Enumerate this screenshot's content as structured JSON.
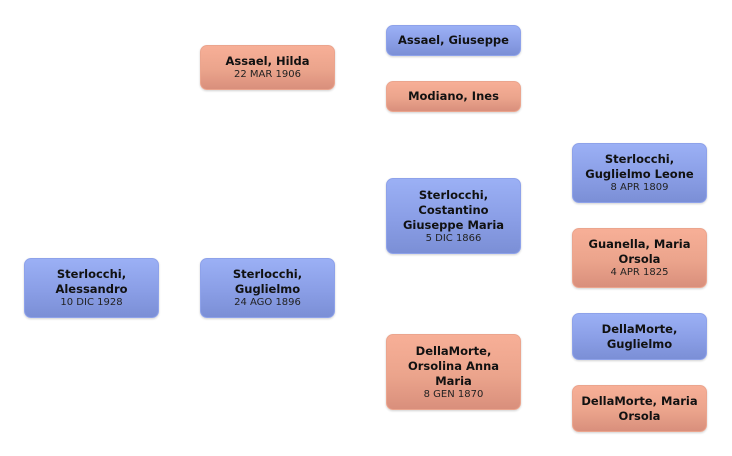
{
  "tree": {
    "people": [
      {
        "id": "alessandro",
        "name": "Sterlocchi, Alessandro",
        "date": "10 DIC 1928",
        "sex": "male",
        "generation": 0
      },
      {
        "id": "hilda",
        "name": "Assael, Hilda",
        "date": "22 MAR 1906",
        "sex": "female",
        "generation": 1
      },
      {
        "id": "guglielmo",
        "name": "Sterlocchi, Guglielmo",
        "date": "24 AGO 1896",
        "sex": "male",
        "generation": 1
      },
      {
        "id": "giuseppe",
        "name": "Assael, Giuseppe",
        "date": "",
        "sex": "male",
        "generation": 2
      },
      {
        "id": "ines",
        "name": "Modiano, Ines",
        "date": "",
        "sex": "female",
        "generation": 2
      },
      {
        "id": "costantino",
        "name": "Sterlocchi, Costantino Giuseppe Maria",
        "date": "5 DIC 1866",
        "sex": "male",
        "generation": 2
      },
      {
        "id": "orsolina",
        "name": "DellaMorte, Orsolina Anna Maria",
        "date": "8 GEN 1870",
        "sex": "female",
        "generation": 2
      },
      {
        "id": "guglielmo-leone",
        "name": "Sterlocchi, Guglielmo Leone",
        "date": "8 APR 1809",
        "sex": "male",
        "generation": 3
      },
      {
        "id": "guanella",
        "name": "Guanella, Maria Orsola",
        "date": "4 APR 1825",
        "sex": "female",
        "generation": 3
      },
      {
        "id": "dm-guglielmo",
        "name": "DellaMorte, Guglielmo",
        "date": "",
        "sex": "male",
        "generation": 3
      },
      {
        "id": "dm-maria-orsola",
        "name": "DellaMorte, Maria Orsola",
        "date": "",
        "sex": "female",
        "generation": 3
      }
    ]
  },
  "colors": {
    "male": "#8a9ee6",
    "female": "#eba48c"
  }
}
